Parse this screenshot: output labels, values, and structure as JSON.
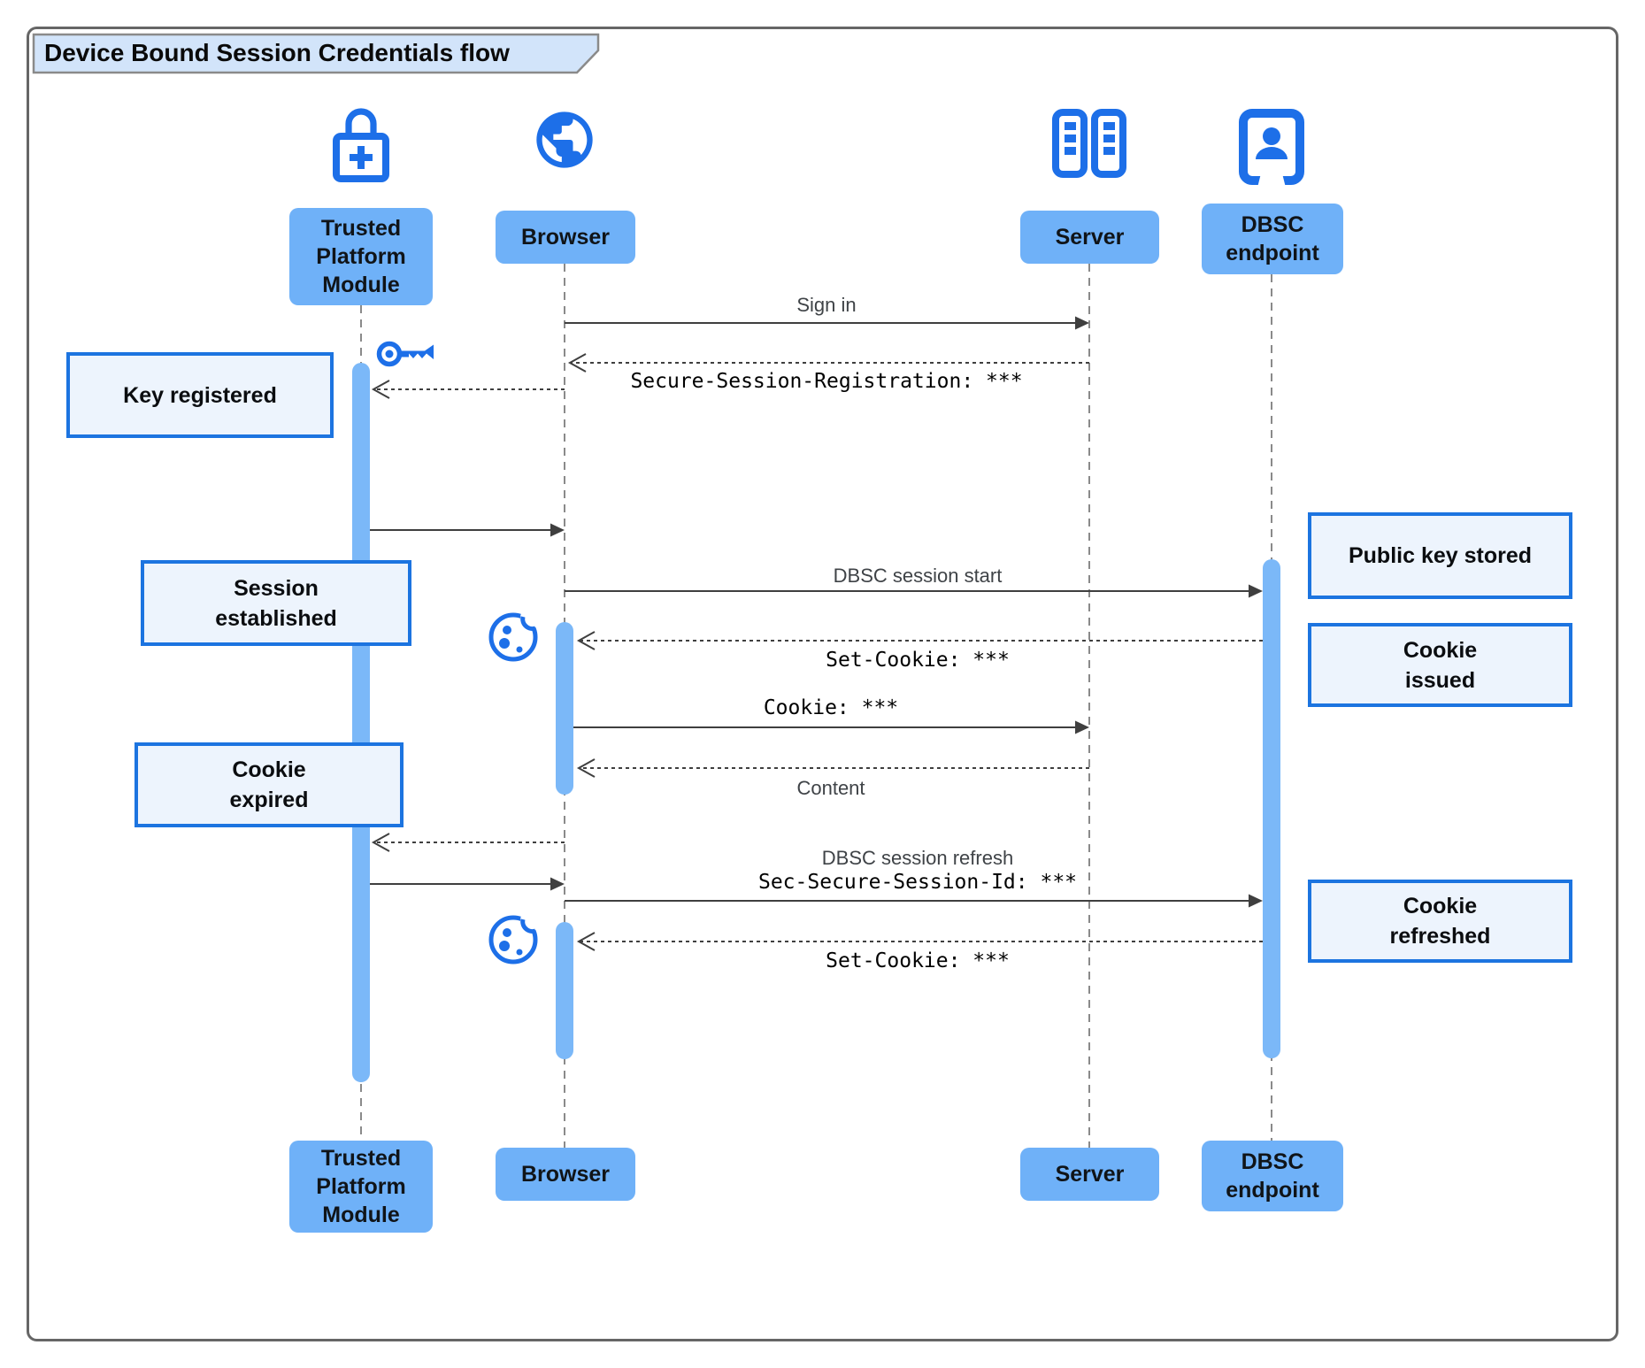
{
  "title": "Device Bound Session Credentials flow",
  "participants": [
    {
      "id": "tpm",
      "label": "Trusted\nPlatform\nModule",
      "icon": "lock-plus-icon"
    },
    {
      "id": "browser",
      "label": "Browser",
      "icon": "globe-icon"
    },
    {
      "id": "server",
      "label": "Server",
      "icon": "server-racks-icon"
    },
    {
      "id": "dbsc",
      "label": "DBSC\nendpoint",
      "icon": "badge-person-icon"
    }
  ],
  "notes": {
    "key_registered": {
      "label": "Key registered",
      "side": "left"
    },
    "session_established": {
      "label": "Session\nestablished",
      "side": "left"
    },
    "cookie_expired": {
      "label": "Cookie\nexpired",
      "side": "left"
    },
    "public_key_stored": {
      "label": "Public key stored",
      "side": "right"
    },
    "cookie_issued": {
      "label": "Cookie\nissued",
      "side": "right"
    },
    "cookie_refreshed": {
      "label": "Cookie\nrefreshed",
      "side": "right"
    }
  },
  "messages": [
    {
      "label": "Sign in",
      "from": "Browser",
      "to": "Server",
      "line": "solid",
      "font": "sans"
    },
    {
      "label": "Secure-Session-Registration: ***",
      "from": "Server",
      "to": "Browser",
      "line": "dashed",
      "font": "mono"
    },
    {
      "label": "",
      "from": "Browser",
      "to": "Trusted Platform Module",
      "line": "dashed",
      "font": "none"
    },
    {
      "label": "",
      "from": "Trusted Platform Module",
      "to": "Browser",
      "line": "solid",
      "font": "none"
    },
    {
      "label": "DBSC session start",
      "from": "Browser",
      "to": "DBSC endpoint",
      "line": "solid",
      "font": "sans"
    },
    {
      "label": "Set-Cookie: ***",
      "from": "DBSC endpoint",
      "to": "Browser",
      "line": "dashed",
      "font": "mono"
    },
    {
      "label": "Cookie: ***",
      "from": "Browser",
      "to": "Server",
      "line": "solid",
      "font": "mono"
    },
    {
      "label": "Content",
      "from": "Server",
      "to": "Browser",
      "line": "dashed",
      "font": "sans"
    },
    {
      "label": "",
      "from": "Browser",
      "to": "Trusted Platform Module",
      "line": "dashed",
      "font": "none"
    },
    {
      "label": "",
      "from": "Trusted Platform Module",
      "to": "Browser",
      "line": "solid",
      "font": "none"
    },
    {
      "label": "DBSC session refresh",
      "from": "Browser",
      "to": "DBSC endpoint",
      "line": "solid",
      "font": "sans"
    },
    {
      "label": "Sec-Secure-Session-Id: ***",
      "from": "Browser",
      "to": "DBSC endpoint",
      "line": "solid",
      "font": "mono"
    },
    {
      "label": "Set-Cookie: ***",
      "from": "DBSC endpoint",
      "to": "Browser",
      "line": "dashed",
      "font": "mono"
    }
  ],
  "decoration_icons": [
    "key-icon",
    "cookie-icon",
    "cookie-icon"
  ],
  "colors": {
    "participant_fill": "#6FB1F8",
    "activation_fill": "#7BB8F8",
    "icon_blue": "#1D6FE8",
    "note_fill": "#EDF4FD",
    "note_border": "#1C74E0",
    "title_tab_fill": "#D2E4FA",
    "frame_border": "#666666",
    "arrow": "#3F3F3F",
    "lifeline": "#8A8A8A"
  }
}
